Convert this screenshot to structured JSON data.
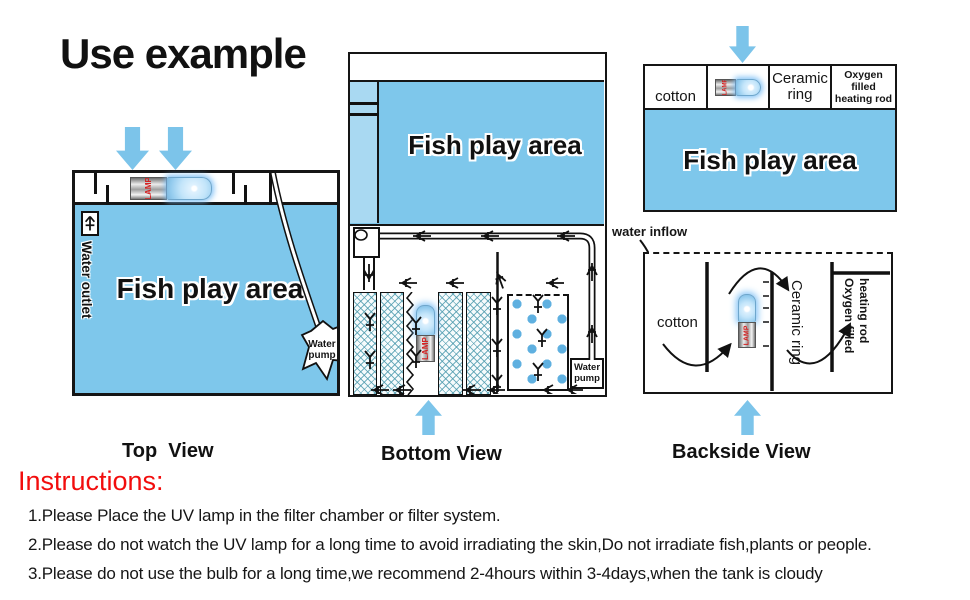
{
  "title": "Use example",
  "colors": {
    "water_blue": "#7ec7eb",
    "arrow_blue": "#7cc4ea",
    "heading_red": "#f20d0d"
  },
  "lamp": {
    "brand_label": "LAMP"
  },
  "top_view": {
    "caption": "Top  View",
    "fish_area_label": "Fish play area",
    "water_outlet_label": "Water outlet",
    "water_pump_label": "Water pump"
  },
  "bottom_view": {
    "caption": "Bottom View",
    "fish_area_label": "Fish play area",
    "water_pump_label": "Water pump"
  },
  "top_right_view": {
    "cotton_label": "cotton",
    "ceramic_label": "Ceramic ring",
    "oxygen_label": "Oxygen filled heating rod",
    "fish_area_label": "Fish play area"
  },
  "backside_view": {
    "caption": "Backside View",
    "water_inflow_label": "water inflow",
    "cotton_label": "cotton",
    "ceramic_label": "Ceramic ring",
    "oxygen_label": "Oxygen filled heating rod"
  },
  "instructions": {
    "heading": "Instructions:",
    "items": [
      "1.Please Place the UV lamp in the filter chamber or filter system.",
      "2.Please do not watch the UV lamp for a long time to avoid irradiating the skin,Do not irradiate fish,plants or people.",
      "3.Please do not use the bulb for a long time,we recommend 2-4hours within 3-4days,when the tank is cloudy"
    ]
  }
}
